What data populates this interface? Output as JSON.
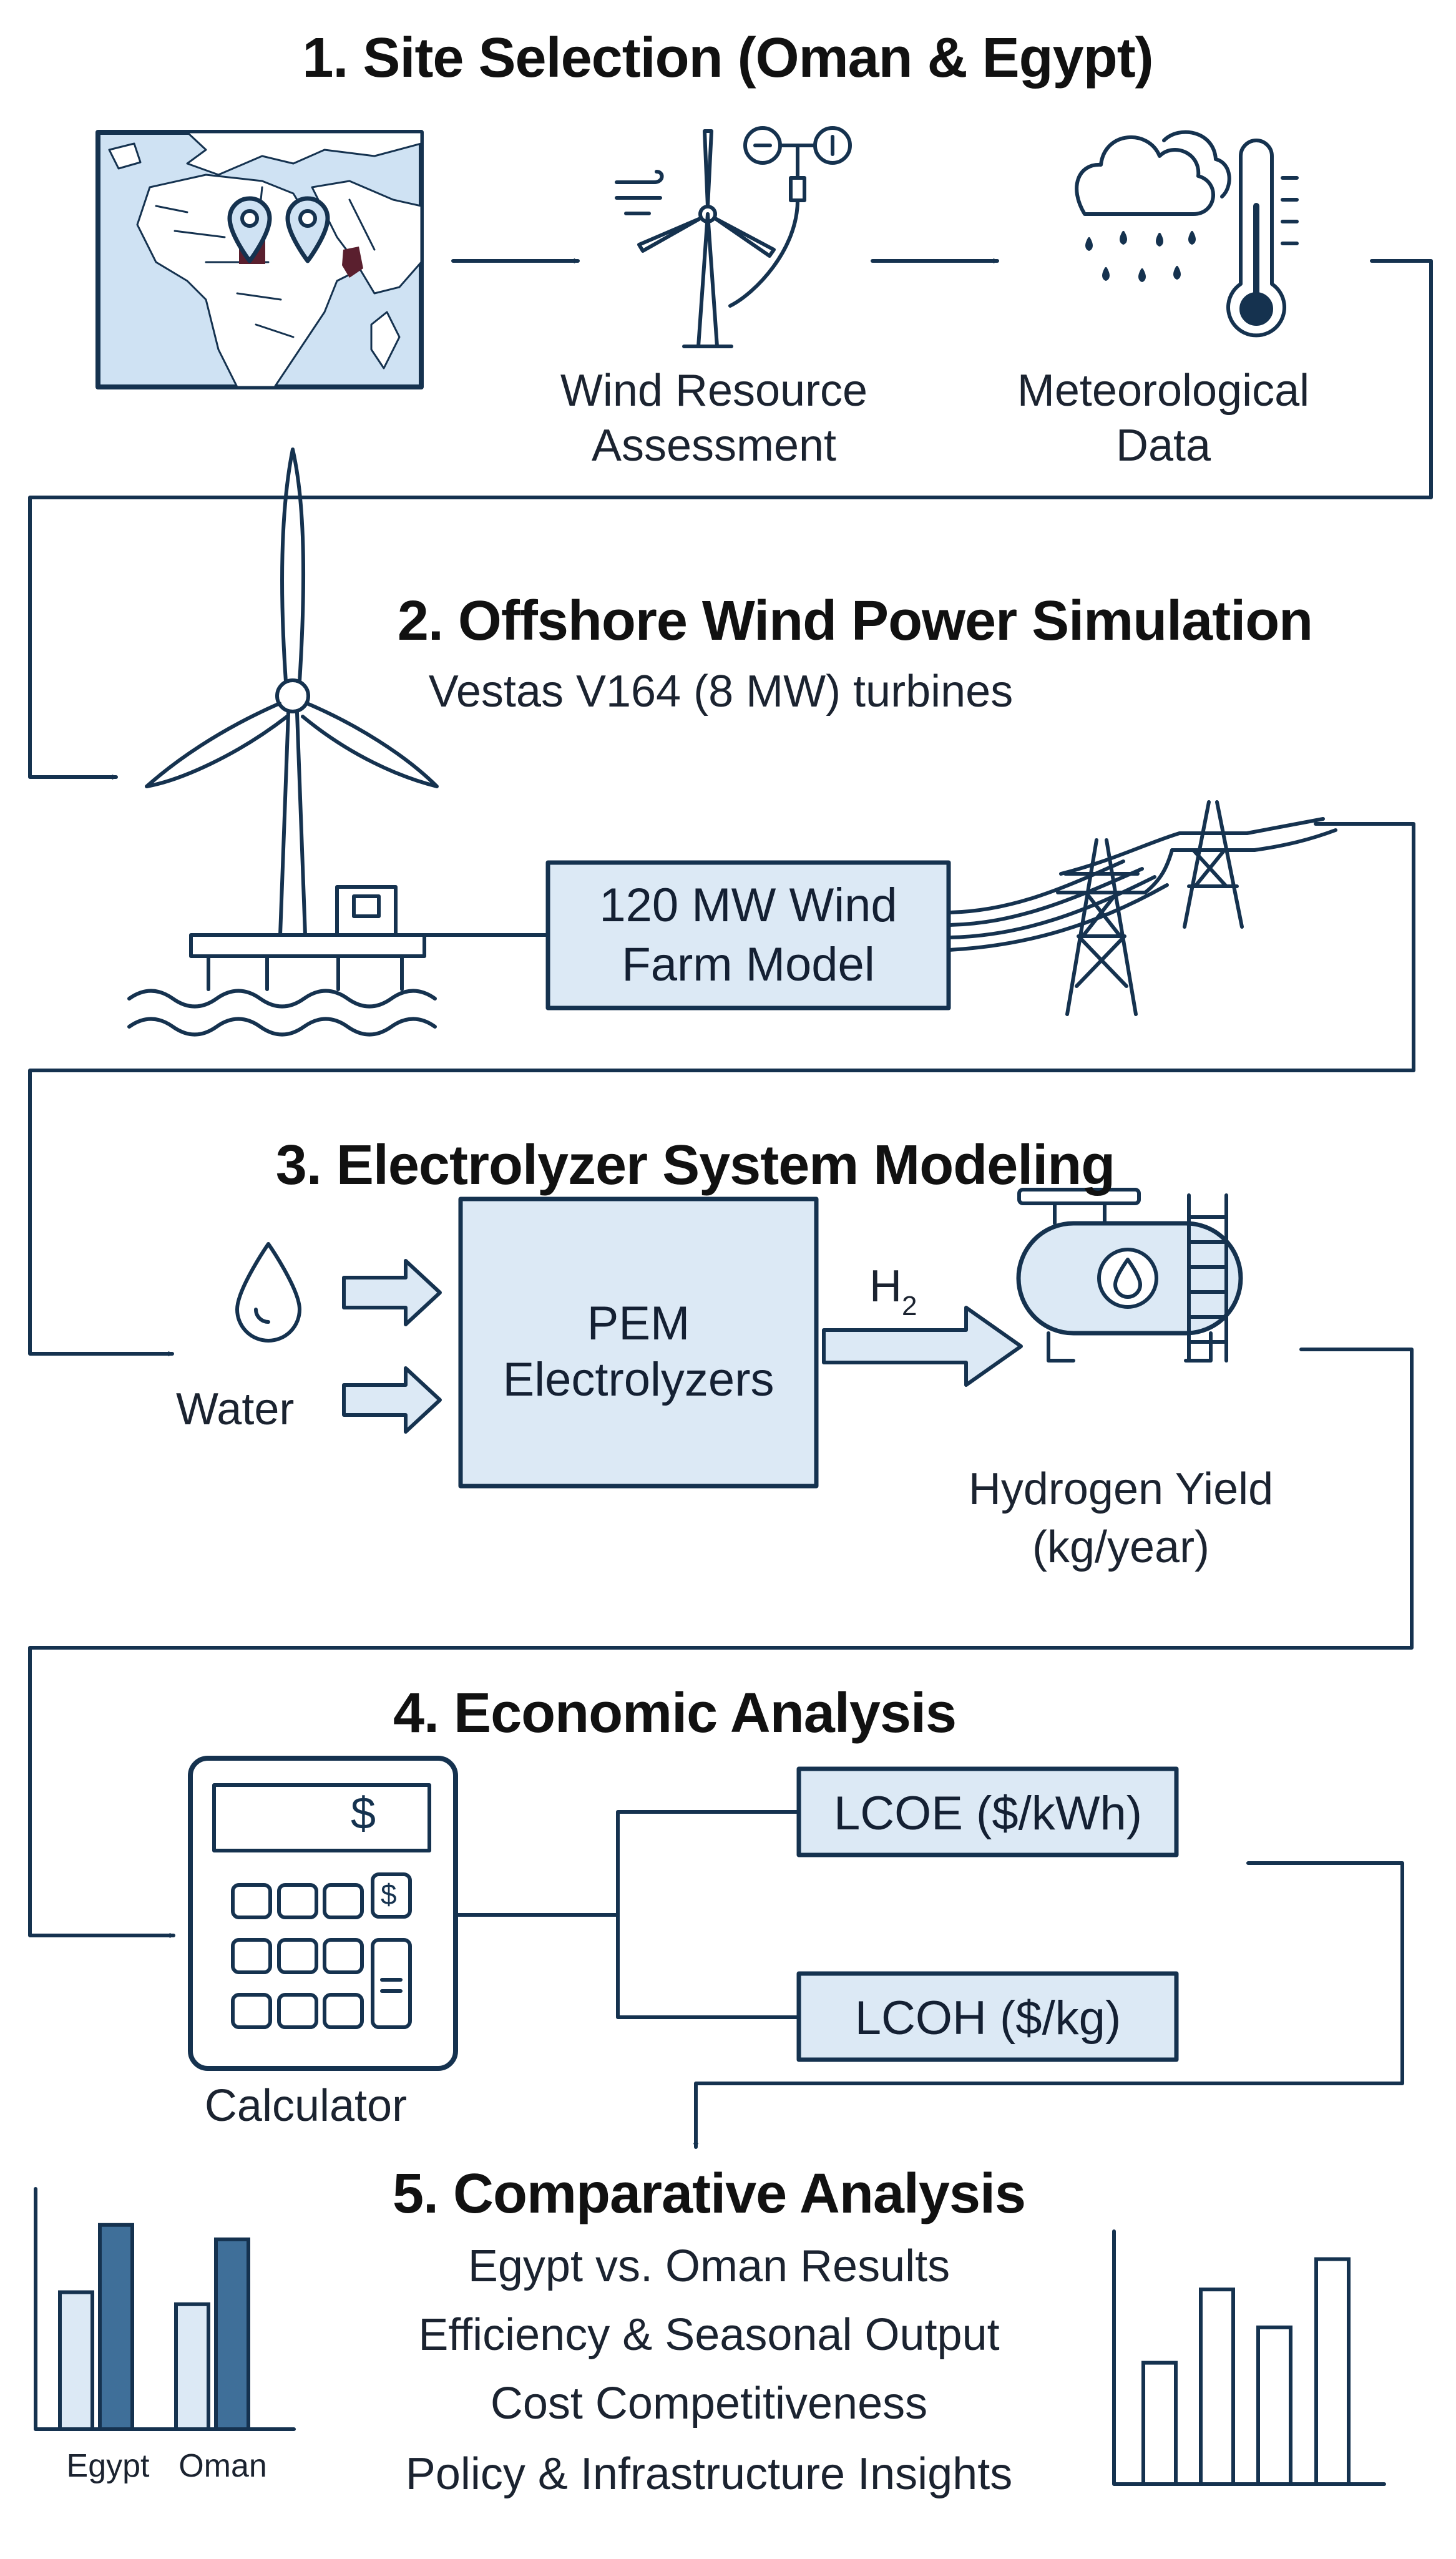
{
  "steps": [
    {
      "title": "1. Site Selection (Oman & Egypt)",
      "items": [
        "Wind Resource Assessment",
        "Meteorological Data"
      ]
    },
    {
      "title": "2. Offshore Wind Power Simulation",
      "subtitle": "Vestas V164 (8 MW) turbines",
      "items": [
        "120 MW Wind Farm Model"
      ]
    },
    {
      "title": "3. Electrolyzer System Modeling",
      "items": [
        "Water",
        "PEM Electrolyzers",
        "Hydrogen Yield (kg/year)"
      ],
      "arrow_label": "H",
      "arrow_label_sub": "2"
    },
    {
      "title": "4. Economic Analysis",
      "items": [
        "Calculator",
        "LCOE ($/kWh)",
        "LCOH ($/kg)"
      ],
      "calc_symbol": "$"
    },
    {
      "title": "5. Comparative Analysis",
      "items": [
        "Egypt vs. Oman Results",
        "Efficiency & Seasonal Output",
        "Cost Competitiveness",
        "Policy & Infrastructure Insights"
      ]
    }
  ],
  "labels": {
    "wind_resource_1": "Wind Resource",
    "wind_resource_2": "Assessment",
    "met_1": "Meteorological",
    "met_2": "Data",
    "farm_1": "120 MW Wind",
    "farm_2": "Farm Model",
    "water": "Water",
    "pem_1": "PEM",
    "pem_2": "Electrolyzers",
    "yield_1": "Hydrogen Yield",
    "yield_2": "(kg/year)",
    "calculator": "Calculator",
    "lcoe": "LCOE ($/kWh)",
    "lcoh": "LCOH ($/kg)"
  },
  "mini_chart": {
    "categories": [
      "Egypt",
      "Oman"
    ],
    "values_light": [
      0.57,
      0.52
    ],
    "values_dark": [
      0.85,
      0.79
    ]
  },
  "colors": {
    "line": "#15324f",
    "fill_light": "#dce9f5",
    "fill_dark": "#3f6f99",
    "map_water": "#cfe2f3",
    "marker": "#5a1f2e"
  }
}
